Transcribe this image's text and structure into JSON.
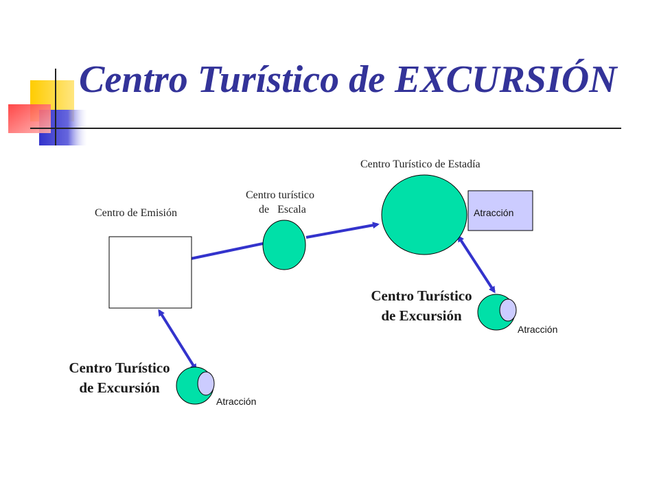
{
  "title": "Centro Turístico de EXCURSIÓN",
  "nodes": {
    "emision": "Centro de Emisión",
    "escala_line1": "Centro turístico",
    "escala_line2": "de   Escala",
    "estadia": "Centro Turístico de Estadía",
    "atraccion_box": "Atracción",
    "excursion_right_line1": "Centro Turístico",
    "excursion_right_line2": "de Excursión",
    "atraccion_right": "Atracción",
    "excursion_left_line1": "Centro Turístico",
    "excursion_left_line2": "de Excursión",
    "atraccion_left": "Atracción"
  },
  "colors": {
    "title": "#333399",
    "circle_fill": "#00E0A8",
    "attraction_fill": "#CCCCFF",
    "arrow": "#3333CC",
    "deco_yellow": "#FFCC00",
    "deco_blue": "#3333CC",
    "deco_red": "#FF3333"
  }
}
